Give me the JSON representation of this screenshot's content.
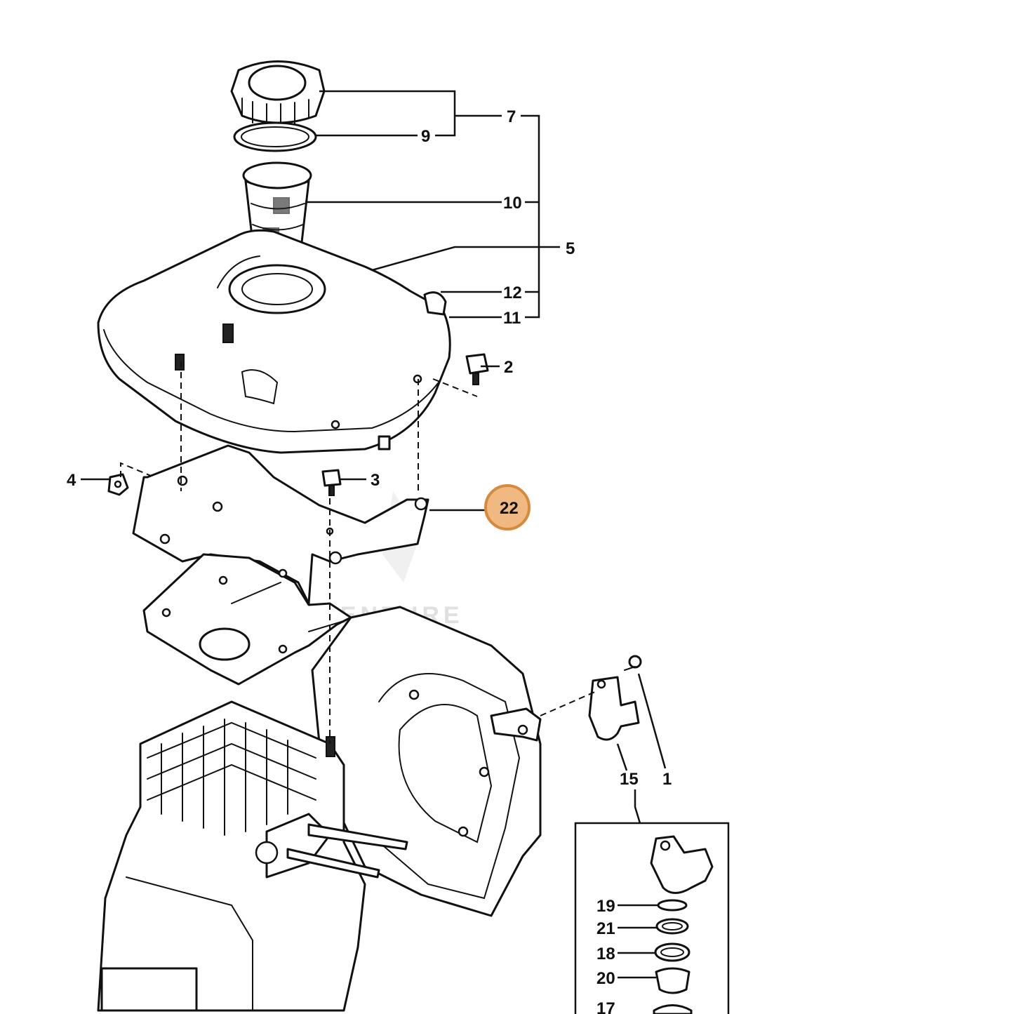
{
  "diagram": {
    "watermark": "ADVENTURE",
    "highlight": {
      "label": "22",
      "color": "#f0b982",
      "border": "#d68a3a"
    },
    "labels": {
      "p7": "7",
      "p9": "9",
      "p10": "10",
      "p5": "5",
      "p12": "12",
      "p11": "11",
      "p2": "2",
      "p4": "4",
      "p3": "3",
      "p15": "15",
      "p1": "1",
      "p19": "19",
      "p21": "21",
      "p18": "18",
      "p20": "20",
      "p17": "17"
    },
    "icons": [
      "fuel-cap-icon",
      "fuel-filter-icon",
      "fuel-tank-icon",
      "tank-bracket-icon",
      "engine-block-icon",
      "fan-shroud-icon",
      "fuel-valve-icon"
    ]
  }
}
